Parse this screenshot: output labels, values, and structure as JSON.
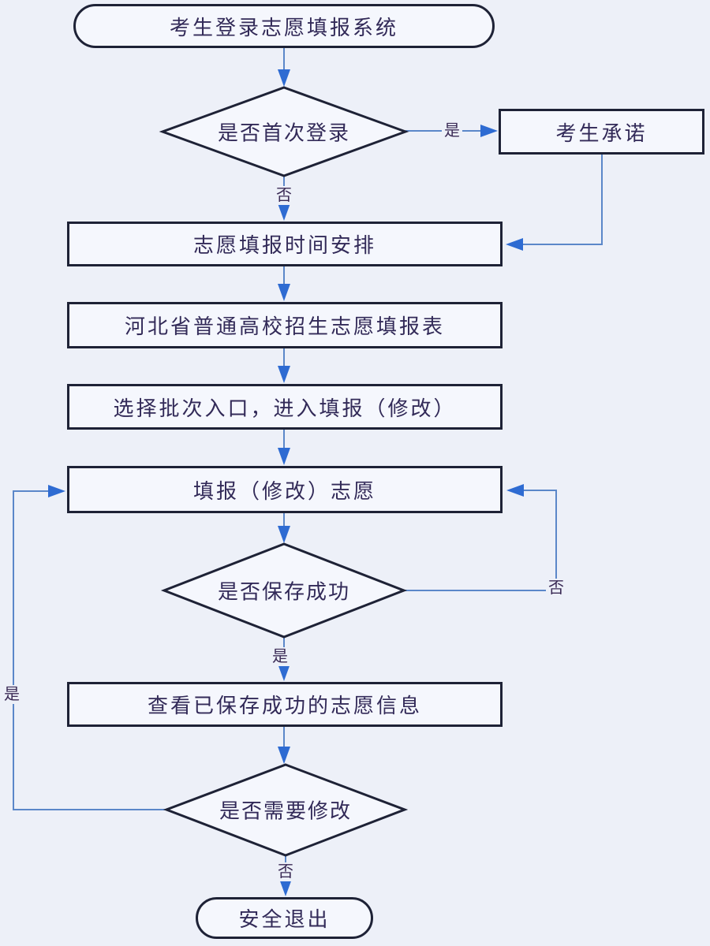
{
  "diagram": {
    "type": "flowchart",
    "language": "zh-CN",
    "colors": {
      "background": "#edf0f8",
      "node_fill": "#f5f7fd",
      "node_border": "#1e2236",
      "connector_line": "#5b87c9",
      "arrowhead": "#2e6bd2",
      "text": "#322a58"
    },
    "nodes": {
      "start": {
        "type": "terminal",
        "label": "考生登录志愿填报系统"
      },
      "first_login": {
        "type": "decision",
        "label": "是否首次登录"
      },
      "commitment": {
        "type": "process",
        "label": "考生承诺"
      },
      "schedule": {
        "type": "process",
        "label": "志愿填报时间安排"
      },
      "form": {
        "type": "process",
        "label": "河北省普通高校招生志愿填报表"
      },
      "batch": {
        "type": "process",
        "label": "选择批次入口，进入填报（修改）"
      },
      "fill": {
        "type": "process",
        "label": "填报（修改）志愿"
      },
      "save_ok": {
        "type": "decision",
        "label": "是否保存成功"
      },
      "view": {
        "type": "process",
        "label": "查看已保存成功的志愿信息"
      },
      "need_modify": {
        "type": "decision",
        "label": "是否需要修改"
      },
      "exit": {
        "type": "terminal",
        "label": "安全退出"
      }
    },
    "edge_labels": {
      "first_login_yes": "是",
      "first_login_no": "否",
      "save_ok_yes": "是",
      "save_ok_no": "否",
      "need_modify_yes": "是",
      "need_modify_no": "否"
    },
    "edges": [
      {
        "from": "start",
        "to": "first_login",
        "label": ""
      },
      {
        "from": "first_login",
        "to": "commitment",
        "label": "是"
      },
      {
        "from": "first_login",
        "to": "schedule",
        "label": "否"
      },
      {
        "from": "commitment",
        "to": "schedule",
        "label": ""
      },
      {
        "from": "schedule",
        "to": "form",
        "label": ""
      },
      {
        "from": "form",
        "to": "batch",
        "label": ""
      },
      {
        "from": "batch",
        "to": "fill",
        "label": ""
      },
      {
        "from": "fill",
        "to": "save_ok",
        "label": ""
      },
      {
        "from": "save_ok",
        "to": "fill",
        "label": "否"
      },
      {
        "from": "save_ok",
        "to": "view",
        "label": "是"
      },
      {
        "from": "view",
        "to": "need_modify",
        "label": ""
      },
      {
        "from": "need_modify",
        "to": "fill",
        "label": "是"
      },
      {
        "from": "need_modify",
        "to": "exit",
        "label": "否"
      }
    ]
  }
}
